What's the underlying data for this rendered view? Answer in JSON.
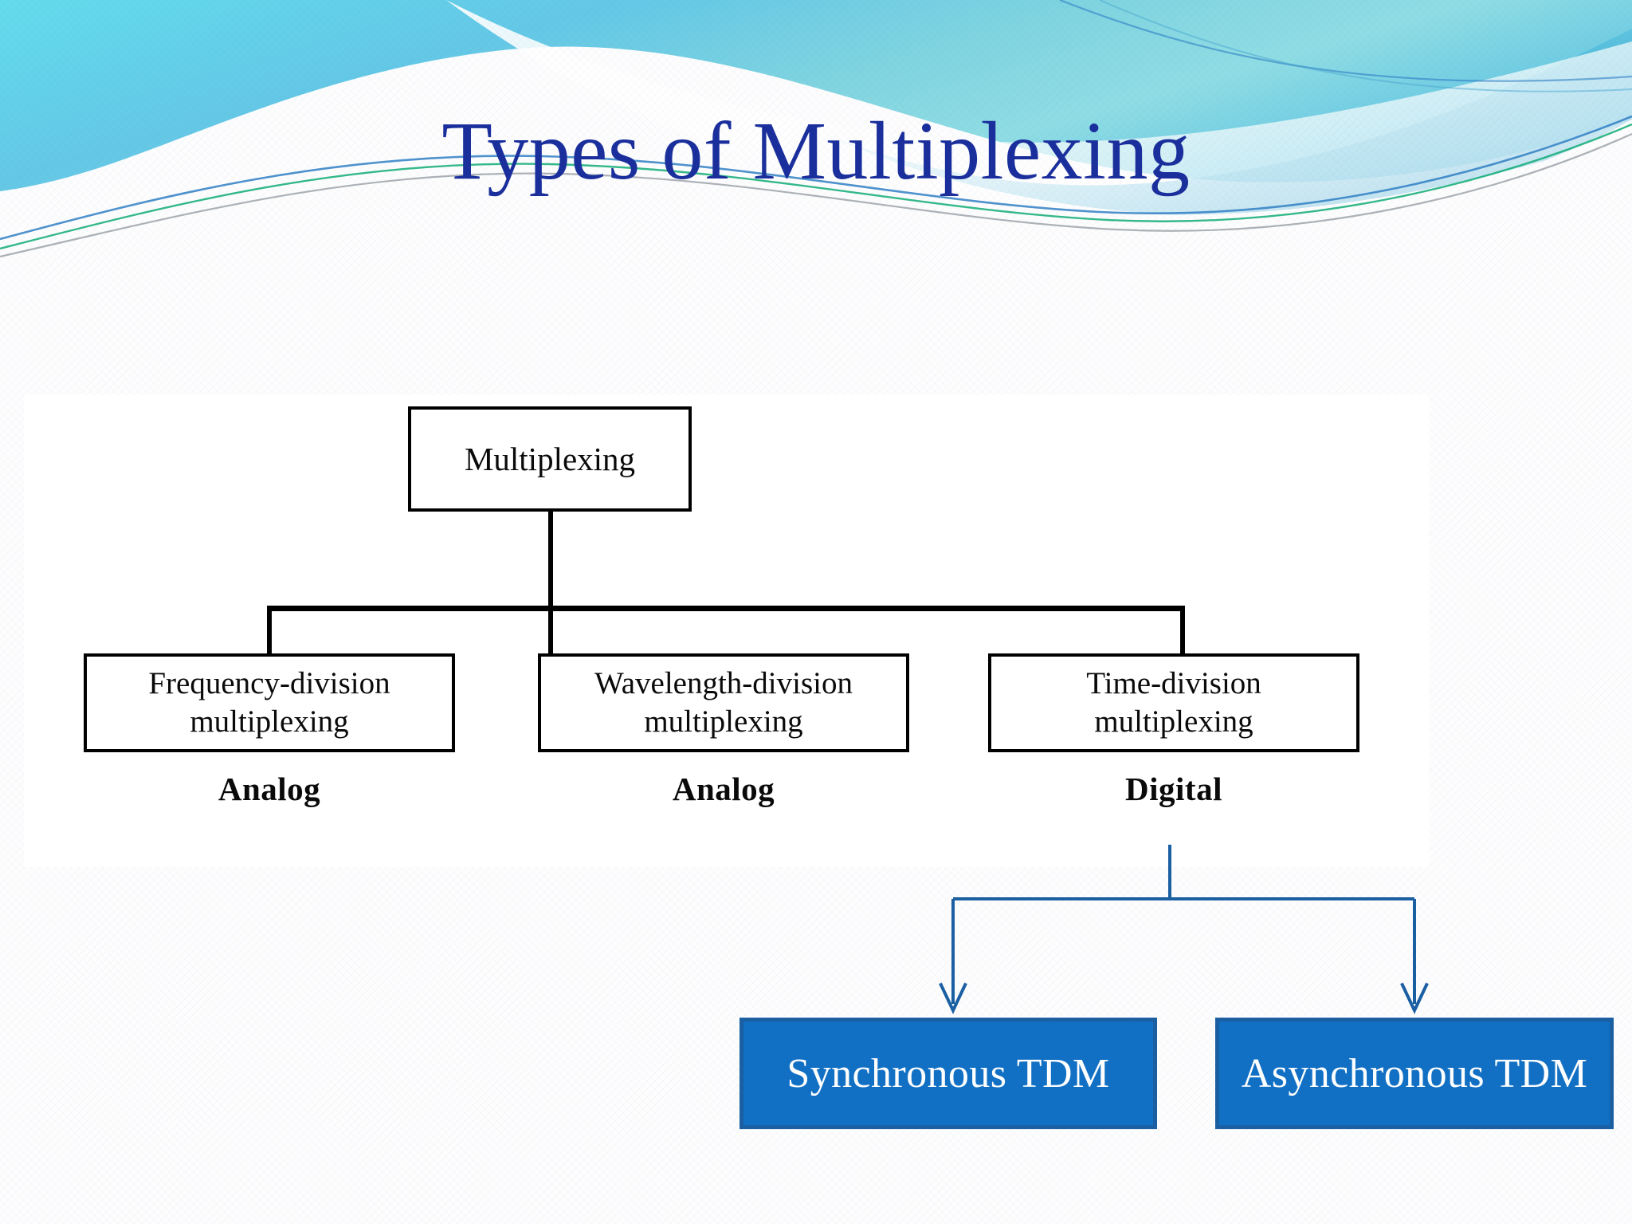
{
  "slide": {
    "title": "Types of Multiplexing",
    "title_color": "#1a2f9c",
    "background_color": "#fdfdfe"
  },
  "header": {
    "band_colors": {
      "cyan": "#5fd7e8",
      "sky": "#6ec6e8",
      "teal_deep": "#3fb3d4",
      "blue_accent": "#1b5fa3",
      "green_accent": "#00a86b",
      "gray_accent": "#8a9199"
    }
  },
  "diagram": {
    "type": "tree",
    "root": {
      "label": "Multiplexing",
      "style": "scanned-black-box"
    },
    "children": [
      {
        "label": "Frequency-division multiplexing",
        "line1": "Frequency-division",
        "line2": "multiplexing",
        "caption": "Analog",
        "style": "scanned-black-box"
      },
      {
        "label": "Wavelength-division multiplexing",
        "line1": "Wavelength-division",
        "line2": "multiplexing",
        "caption": "Analog",
        "style": "scanned-black-box"
      },
      {
        "label": "Time-division multiplexing",
        "line1": "Time-division",
        "line2": "multiplexing",
        "caption": "Digital",
        "style": "scanned-black-box"
      }
    ],
    "tdm_subtypes": {
      "parent_caption": "Digital",
      "connector_color": "#1b5fa3",
      "box_fill": "#1270c4",
      "box_border": "#1b5fa3",
      "box_text_color": "#ffffff",
      "items": [
        {
          "label": "Synchronous TDM"
        },
        {
          "label": "Asynchronous TDM"
        }
      ]
    }
  }
}
